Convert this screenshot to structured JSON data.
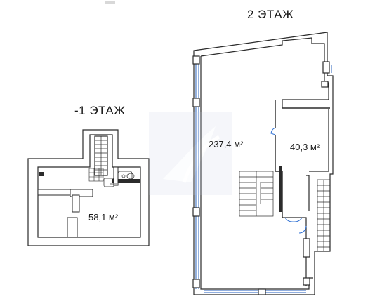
{
  "floors": {
    "basement": {
      "title": "-1 ЭТАЖ",
      "rooms": [
        {
          "area": "58,1 м²"
        }
      ]
    },
    "second": {
      "title": "2 ЭТАЖ",
      "rooms": [
        {
          "area": "237,4 м²"
        },
        {
          "area": "40,3 м²"
        }
      ]
    }
  },
  "colors": {
    "wall": "#2b2b2b",
    "wall_fill": "#ffffff",
    "window": "#4f7ec9",
    "door": "#3a78d6",
    "watermark": "#8fa4c8"
  }
}
